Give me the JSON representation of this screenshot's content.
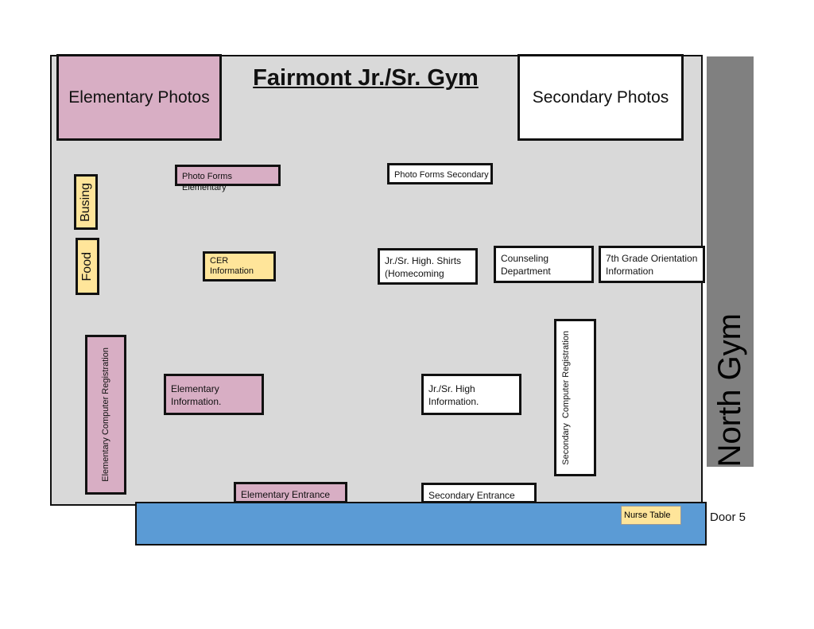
{
  "title": "Fairmont Jr./Sr. Gym",
  "north_gym": "North Gym",
  "door": "Door 5",
  "colors": {
    "floor": "#d9d9d9",
    "pink": "#d8aec4",
    "yellow": "#ffe59a",
    "hallway": "#5b9bd5",
    "north_gym": "#808080"
  },
  "stations": {
    "elementary_photos": "Elementary Photos",
    "secondary_photos": "Secondary Photos",
    "photo_forms_elementary": "Photo Forms Elementary",
    "photo_forms_secondary": "Photo Forms Secondary",
    "busing": "Busing",
    "food": "Food",
    "cer_information": "CER Information",
    "jr_sr_shirts": "Jr./Sr. High. Shirts (Homecoming",
    "counseling": "Counseling Department",
    "seventh_grade": "7th Grade Orientation Information",
    "elementary_computer_registration": "Elementary Computer Registration",
    "secondary_computer_registration": "Secondary  Computer Registration",
    "elementary_information": "Elementary Information.",
    "jr_sr_information": "Jr./Sr. High Information.",
    "elementary_entrance": "Elementary Entrance",
    "secondary_entrance": "Secondary Entrance",
    "nurse_table": "Nurse Table"
  }
}
